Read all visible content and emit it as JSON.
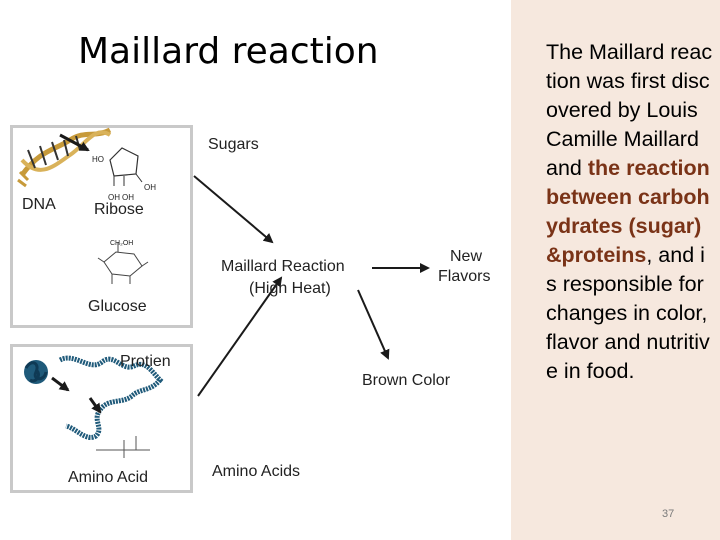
{
  "title": "Maillard reaction",
  "side_text": {
    "intro": "The Maillard reaction was first discovered by Louis Camille Maillard and",
    "highlight": "the reaction between carbohydrates (sugar)&proteins",
    "outro": ", and is responsible for changes in color,  flavor and nutritive in food."
  },
  "page_number": "37",
  "diagram": {
    "dna_label": "DNA",
    "ribose_label": "Ribose",
    "glucose_label": "Glucose",
    "protein_label": "Protien",
    "amino_acid_label": "Amino Acid",
    "sugars_label": "Sugars",
    "reaction_label_1": "Maillard Reaction",
    "reaction_label_2": "(High Heat)",
    "new_label": "New",
    "flavors_label": "Flavors",
    "brown_color_label": "Brown Color",
    "amino_acids_label": "Amino Acids",
    "ribose_oh_1": "OH",
    "ribose_oh_2": "OH",
    "ribose_ho": "HO",
    "ribose_oh_3": "OH",
    "glucose_ch2oh": "CH₂OH",
    "colors": {
      "arrow": "#1a1a1a",
      "dna": "#c79a3a",
      "protein": "#1f5a7a",
      "panel": "#f6e8de",
      "emphasis": "#7a3317"
    }
  }
}
